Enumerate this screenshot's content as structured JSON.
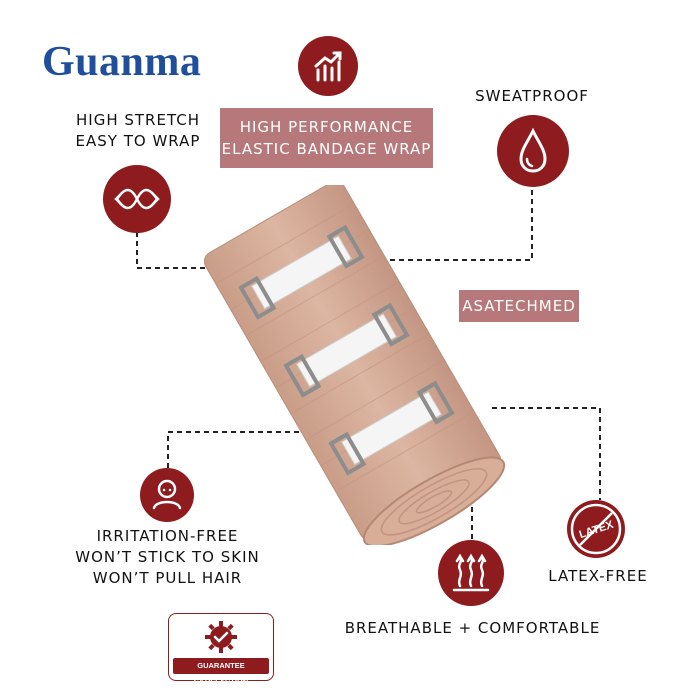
{
  "brand": "Guanma",
  "headline": {
    "line1": "HIGH PERFORMANCE",
    "line2": "ELASTIC BANDAGE WRAP"
  },
  "tag": "ASATECHMED",
  "features": {
    "stretch": [
      "HIGH STRETCH",
      "EASY TO WRAP"
    ],
    "sweat": "SWEATPROOF",
    "irritation": [
      "IRRITATION-FREE",
      "WON’T STICK TO SKIN",
      "WON’T PULL HAIR"
    ],
    "latex": "LATEX-FREE",
    "latex_icon": "LATEX",
    "breathable": "BREATHABLE + COMFORTABLE"
  },
  "badge": "GUARANTEE SATISFACTION",
  "colors": {
    "accent": "#8e1b1d",
    "pink": "#b7787b",
    "brand": "#1f4e9c",
    "bandage": "#d4ab95"
  },
  "icons": [
    "chart-growth-icon",
    "stretch-icon",
    "water-drop-icon",
    "person-icon",
    "latex-free-icon",
    "breathable-icon",
    "gear-check-icon"
  ]
}
